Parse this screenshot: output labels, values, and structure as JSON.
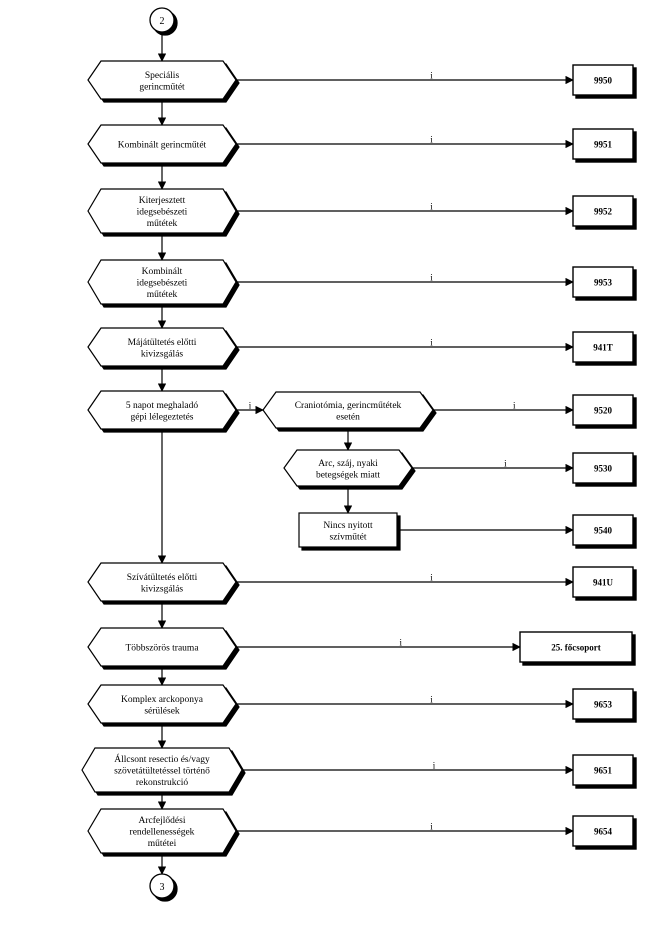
{
  "connectors": {
    "start": "2",
    "end": "3"
  },
  "yes_label": "i",
  "decisions": [
    {
      "id": "d1",
      "lines": [
        "Speciális",
        "gerincműtét"
      ],
      "result": "9950"
    },
    {
      "id": "d2",
      "lines": [
        "Kombinált gerincműtét"
      ],
      "result": "9951"
    },
    {
      "id": "d3",
      "lines": [
        "Kiterjesztett",
        "idegsebészeti",
        "műtétek"
      ],
      "result": "9952"
    },
    {
      "id": "d4",
      "lines": [
        "Kombinált",
        "idegsebészeti",
        "műtétek"
      ],
      "result": "9953"
    },
    {
      "id": "d5",
      "lines": [
        "Májátültetés előtti",
        "kivizsgálás"
      ],
      "result": "941T"
    },
    {
      "id": "d6",
      "lines": [
        "5 napot meghaladó",
        "gépi lélegeztetés"
      ]
    },
    {
      "id": "d6a",
      "lines": [
        "Craniotómia, gerincműtétek",
        "esetén"
      ],
      "result": "9520"
    },
    {
      "id": "d6b",
      "lines": [
        "Arc, száj, nyaki",
        "betegségek miatt"
      ],
      "result": "9530"
    },
    {
      "id": "d7",
      "lines": [
        "Szívátültetés előtti",
        "kivizsgálás"
      ],
      "result": "941U"
    },
    {
      "id": "d8",
      "lines": [
        "Többszörös trauma"
      ],
      "result": "25. főcsoport"
    },
    {
      "id": "d9",
      "lines": [
        "Komplex arckoponya",
        "sérülések"
      ],
      "result": "9653"
    },
    {
      "id": "d10",
      "lines": [
        "Állcsont resectio és/vagy",
        "szövetátültetéssel történő",
        "rekonstrukció"
      ],
      "result": "9651"
    },
    {
      "id": "d11",
      "lines": [
        "Arcfejlődési",
        "rendellenességek",
        "műtétei"
      ],
      "result": "9654"
    }
  ],
  "process": {
    "id": "p1",
    "lines": [
      "Nincs nyitott",
      "szívműtét"
    ],
    "result": "9540"
  }
}
